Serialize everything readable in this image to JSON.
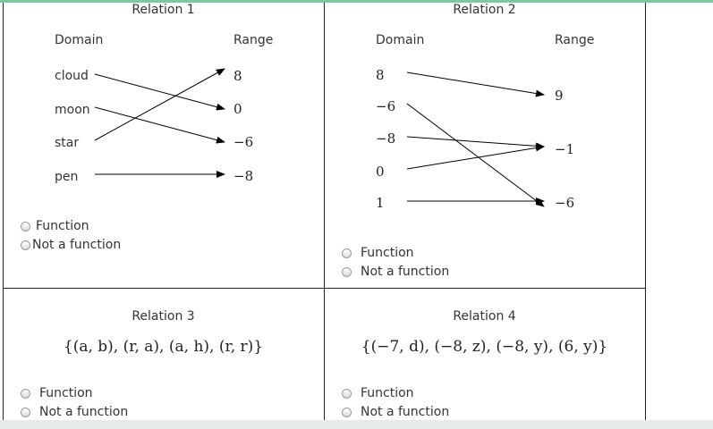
{
  "relations": [
    {
      "title": "Relation 1",
      "domain_header": "Domain",
      "range_header": "Range",
      "domain": [
        "cloud",
        "moon",
        "star",
        "pen"
      ],
      "range": [
        "8",
        "0",
        "−6",
        "−8"
      ],
      "options": [
        "Function",
        "Not a function"
      ]
    },
    {
      "title": "Relation 2",
      "domain_header": "Domain",
      "range_header": "Range",
      "domain": [
        "8",
        "−6",
        "−8",
        "0",
        "1"
      ],
      "range": [
        "9",
        "−1",
        "−6"
      ],
      "options": [
        "Function",
        "Not a function"
      ]
    },
    {
      "title": "Relation 3",
      "set": "{(a, b), (r, a), (a, h), (r, r)}",
      "options": [
        "Function",
        "Not a function"
      ]
    },
    {
      "title": "Relation 4",
      "set": "{(−7, d), (−8, z), (−8, y), (6, y)}",
      "options": [
        "Function",
        "Not a function"
      ]
    }
  ]
}
